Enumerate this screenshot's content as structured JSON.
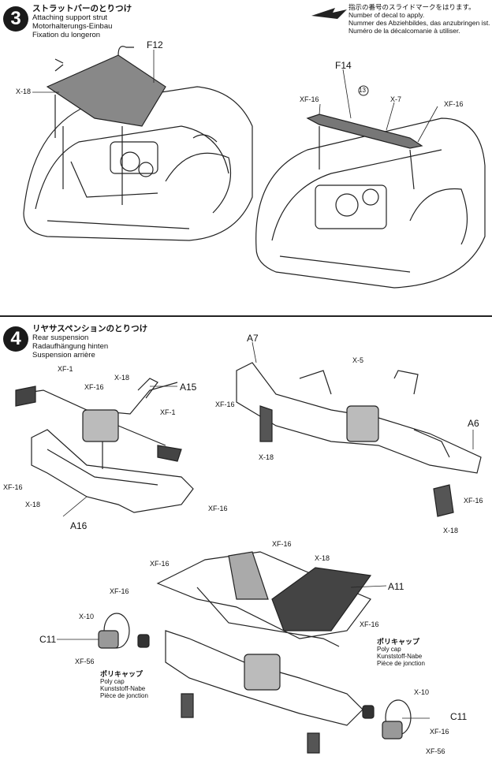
{
  "decal_note": {
    "jp": "指示の番号のスライドマークをはります。",
    "en": "Number of decal to apply.",
    "de": "Nummer des Abziehbildes, das anzubringen ist.",
    "fr": "Numéro de la décalcomanie à utiliser."
  },
  "step3": {
    "number": "3",
    "jp": "ストラットバーのとりつけ",
    "en": "Attaching support strut",
    "de": "Motorhalterungs-Einbau",
    "fr": "Fixation du longeron",
    "labels": {
      "f12": "F12",
      "x18": "X-18",
      "f14": "F14",
      "decal13": "13",
      "xf16a": "XF-16",
      "x7": "X-7",
      "xf16b": "XF-16"
    }
  },
  "step4": {
    "number": "4",
    "jp": "リヤサスペンションのとりつけ",
    "en": "Rear suspension",
    "de": "Radaufhängung hinten",
    "fr": "Suspension arrière",
    "labels": {
      "xf1a": "XF-1",
      "xf16a": "XF-16",
      "x18a": "X-18",
      "a15": "A15",
      "xf1b": "XF-1",
      "xf16b": "XF-16",
      "x18b": "X-18",
      "a16": "A16",
      "xf16c": "XF-16",
      "a7": "A7",
      "x5": "X-5",
      "xf16d": "XF-16",
      "x18c": "X-18",
      "a6": "A6",
      "xf16e": "XF-16",
      "x18d": "X-18",
      "xf16f": "XF-16",
      "xf16g": "XF-16",
      "x18e": "X-18",
      "a11": "A11",
      "xf16h": "XF-16",
      "x10a": "X-10",
      "c11a": "C11",
      "xf56a": "XF-56",
      "xf16i": "XF-16",
      "x10b": "X-10",
      "c11b": "C11",
      "xf16j": "XF-16",
      "xf56b": "XF-56"
    },
    "polycap": {
      "jp": "ポリキャップ",
      "en": "Poly cap",
      "de": "Kunststoff-Nabe",
      "fr": "Pièce de jonction"
    }
  }
}
